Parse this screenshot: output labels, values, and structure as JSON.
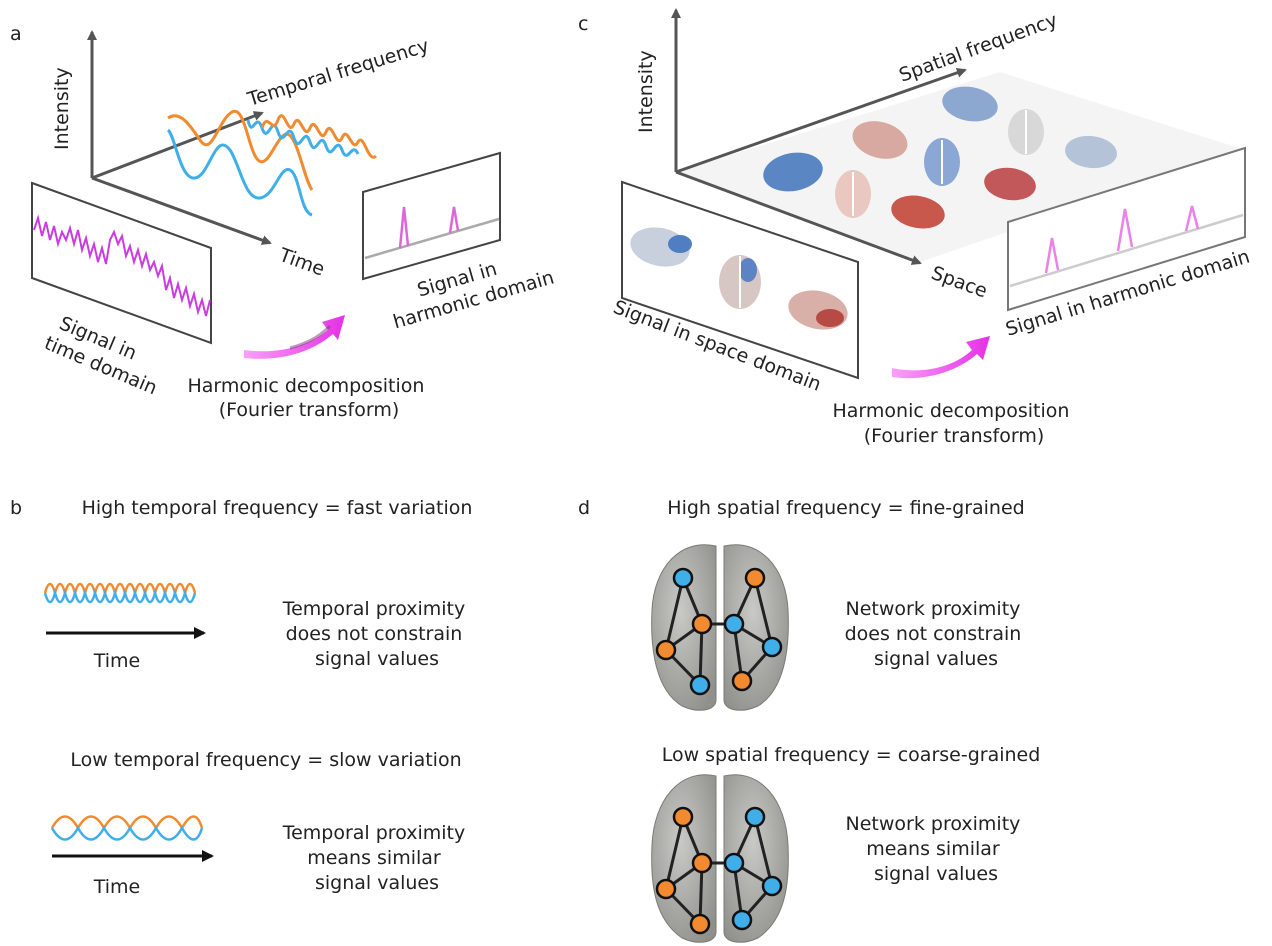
{
  "panel_a": {
    "letter": "a",
    "axis_intensity": "Intensity",
    "axis_temporal_frequency": "Temporal frequency",
    "axis_time": "Time",
    "time_domain_label": [
      "Signal in",
      "time domain"
    ],
    "harmonic_domain_label": [
      "Signal in",
      "harmonic domain"
    ],
    "decomposition_label": [
      "Harmonic decomposition",
      "(Fourier transform)"
    ]
  },
  "panel_b": {
    "letter": "b",
    "high_title": "High temporal frequency = fast variation",
    "high_axis": "Time",
    "high_desc": [
      "Temporal proximity",
      "does not constrain",
      "signal values"
    ],
    "low_title": "Low temporal frequency = slow variation",
    "low_axis": "Time",
    "low_desc": [
      "Temporal proximity",
      "means similar",
      "signal values"
    ]
  },
  "panel_c": {
    "letter": "c",
    "axis_intensity": "Intensity",
    "axis_spatial_frequency": "Spatial frequency",
    "axis_space": "Space",
    "space_domain_label": "Signal in space domain",
    "harmonic_domain_label": "Signal in harmonic domain",
    "decomposition_label": [
      "Harmonic decomposition",
      "(Fourier transform)"
    ]
  },
  "panel_d": {
    "letter": "d",
    "high_title": "High spatial frequency = fine-grained",
    "high_desc": [
      "Network proximity",
      "does not constrain",
      "signal values"
    ],
    "low_title": "Low spatial frequency = coarse-grained",
    "low_desc": [
      "Network proximity",
      "means similar",
      "signal values"
    ]
  },
  "colors": {
    "orange": "#f28a30",
    "blue": "#40aee8",
    "magenta": "#c93de0",
    "pink_arrow": "#f04ef0",
    "axis": "#555555",
    "brain_gray": "#a9aaa6"
  }
}
